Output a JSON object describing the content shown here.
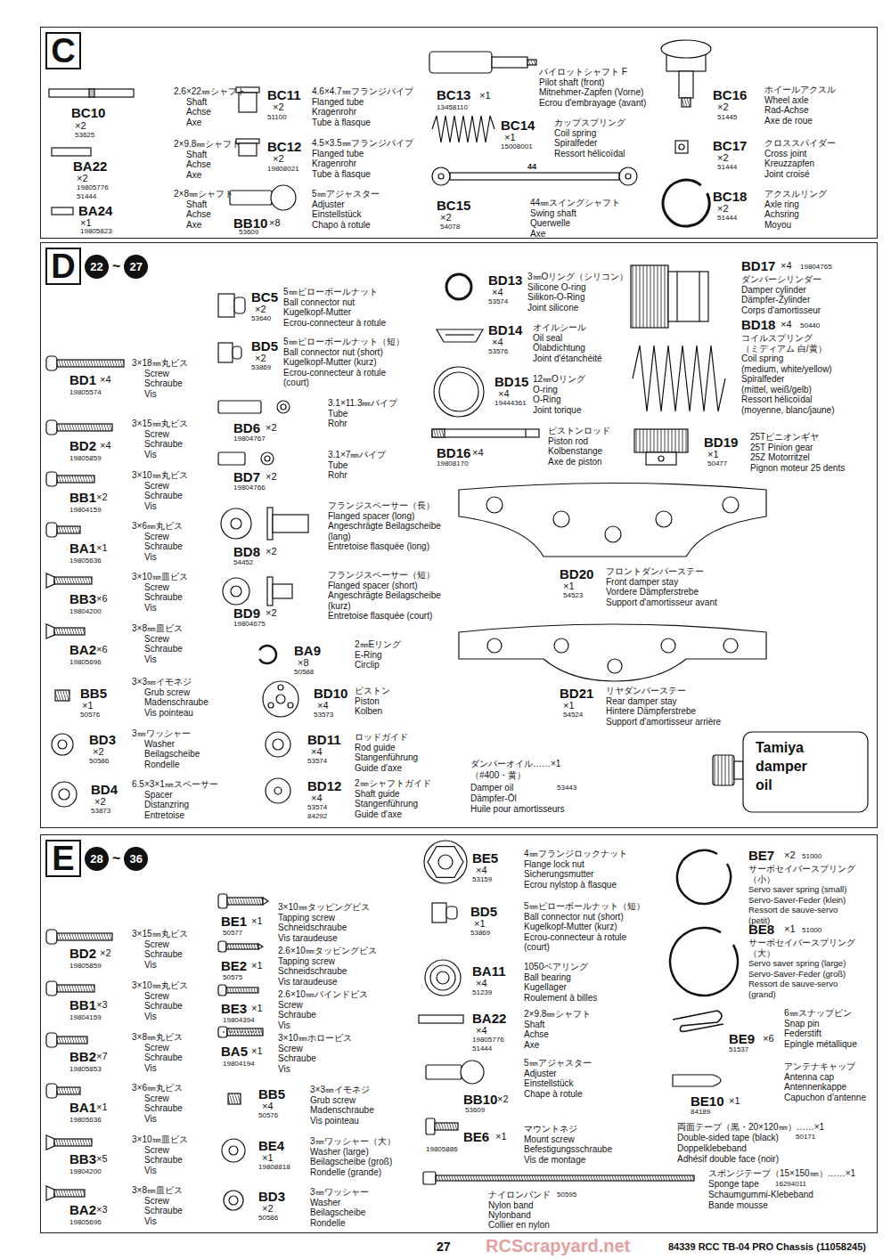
{
  "diagram": {
    "nodes": [
      {
        "text": [
          "C"
        ]
      },
      {
        "text": [
          "D",
          "22",
          "~",
          "27"
        ]
      },
      {
        "text": [
          "E",
          "28",
          "~",
          "36"
        ]
      }
    ],
    "labels": [
      "BC10",
      "×2",
      "53625",
      "2.6×22㎜シャフト",
      "Shaft",
      "Achse",
      "Axe",
      "BA22",
      "×2",
      "19805776",
      "51444",
      "2×9.8㎜シャフト",
      "Shaft",
      "Achse",
      "Axe",
      "BA24",
      "×1",
      "19805823",
      "2×8㎜シャフト",
      "Shaft",
      "Achse",
      "Axe",
      "BC11",
      "×2",
      "51100",
      "4.6×4.7㎜フランジパイプ",
      "Flanged tube",
      "Kragenrohr",
      "Tube à flasque",
      "BC12",
      "×2",
      "19808021",
      "4.5×3.5㎜フランジパイプ",
      "Flanged tube",
      "Kragenrohr",
      "Tube à flasque",
      "BB10",
      "×8",
      "53609",
      "5㎜アジャスター",
      "Adjuster",
      "Einstellstück",
      "Chapo à rotule",
      "BC13",
      "×1",
      "13458110",
      "パイロットシャフト F",
      "Pilot shaft (front)",
      "Mitnehmer-Zapfen (Vorne)",
      "Ecrou d'embrayage (avant)",
      "BC14",
      "×1",
      "15008001",
      "カップスプリング",
      "Coil spring",
      "Spiralfeder",
      "Ressort hélicoïdal",
      "44",
      "BC15",
      "×2",
      "54078",
      "44㎜スイングシャフト",
      "Swing shaft",
      "Querwelle",
      "Axe",
      "BC16",
      "×2",
      "51445",
      "ホイールアクスル",
      "Wheel axle",
      "Rad-Achse",
      "Axe de roue",
      "BC17",
      "×2",
      "51444",
      "クロススパイダー",
      "Cross joint",
      "Kreuzzapfen",
      "Joint croisé",
      "BC18",
      "×2",
      "51444",
      "アクスルリング",
      "Axle ring",
      "Achsring",
      "Moyou",
      "BD1",
      "×4",
      "19805574",
      "3×18㎜丸ビス",
      "Screw",
      "Schraube",
      "Vis",
      "BD2",
      "×4",
      "19805859",
      "3×15㎜丸ビス",
      "Screw",
      "Schraube",
      "Vis",
      "BB1",
      "×2",
      "19804159",
      "3×10㎜丸ビス",
      "Screw",
      "Schraube",
      "Vis",
      "BA1",
      "×1",
      "19805636",
      "3×6㎜丸ビス",
      "Screw",
      "Schraube",
      "Vis",
      "BB3",
      "×6",
      "19804200",
      "3×10㎜皿ビス",
      "Screw",
      "Schraube",
      "Vis",
      "BA2",
      "×6",
      "19805696",
      "3×8㎜皿ビス",
      "Screw",
      "Schraube",
      "Vis",
      "BB5",
      "×1",
      "50576",
      "3×3㎜イモネジ",
      "Grub screw",
      "Madenschraube",
      "Vis pointeau",
      "BD3",
      "×2",
      "50586",
      "3㎜ワッシャー",
      "Washer",
      "Beilagscheibe",
      "Rondelle",
      "BD4",
      "×2",
      "53873",
      "6.5×3×1㎜スペーサー",
      "Spacer",
      "Distanzring",
      "Entretoise",
      "BC5",
      "×2",
      "53640",
      "5㎜ピローボールナット",
      "Ball connector nut",
      "Kugelkopf-Mutter",
      "Ecrou-connecteur à rotule",
      "BD5",
      "×2",
      "53869",
      "5㎜ピローボールナット（短）",
      "Ball connector nut (short)",
      "Kugelkopf-Mutter (kurz)",
      "Ecrou-connecteur à rotule",
      "(court)",
      "BD6",
      "×2",
      "19804767",
      "3.1×11.3㎜パイプ",
      "Tube",
      "Rohr",
      "BD7",
      "×2",
      "19804766",
      "3.1×7㎜パイプ",
      "Tube",
      "Rohr",
      "BD8",
      "×2",
      "54452",
      "フランジスペーサー（長）",
      "Flanged spacer (long)",
      "Angeschrägte Beilagscheibe (lang)",
      "Entretoise flasquée (long)",
      "BD9",
      "×2",
      "19804675",
      "フランジスペーサー（短）",
      "Flanged spacer (short)",
      "Angeschrägte Beilagscheibe (kurz)",
      "Entretoise flasquée (court)",
      "BA9",
      "×8",
      "50588",
      "2㎜Eリング",
      "E-Ring",
      "Circlip",
      "BD10",
      "×4",
      "53573",
      "ピストン",
      "Piston",
      "Kolben",
      "BD11",
      "×4",
      "53574",
      "ロッドガイド",
      "Rod guide",
      "Stangenführung",
      "Guide d'axe",
      "BD12",
      "×4",
      "53574",
      "84292",
      "2㎜シャフトガイド",
      "Shaft guide",
      "Stangenführung",
      "Guide d'axe",
      "BD13",
      "×4",
      "53574",
      "3㎜Oリング（シリコン）",
      "Silicone O-ring",
      "Silikon-O-Ring",
      "Joint silicone",
      "BD14",
      "×4",
      "53576",
      "オイルシール",
      "Oil seal",
      "Ölabdichtung",
      "Joint d'étanchéité",
      "BD15",
      "×4",
      "19444361",
      "12㎜Oリング",
      "O-ring",
      "O-Ring",
      "Joint torique",
      "BD16",
      "×4",
      "19808170",
      "ピストンロッド",
      "Piston rod",
      "Kolbenstange",
      "Axe de piston",
      "BD17",
      "×4",
      "19804765",
      "ダンパーシリンダー",
      "Damper cylinder",
      "Dämpfer-Zylinder",
      "Corps d'amortisseur",
      "BD18",
      "×4",
      "50440",
      "コイルスプリング",
      "（ミディアム 白/黄）",
      "Coil spring",
      "(medium, white/yellow)",
      "Spiralfeder",
      "(mittel, weiß/gelb)",
      "Ressort hélicoïdal",
      "(moyenne, blanc/jaune)",
      "BD19",
      "×1",
      "50477",
      "25Tピニオンギヤ",
      "25T Pinion gear",
      "25Z Motorritzel",
      "Pignon moteur 25 dents",
      "BD20",
      "×1",
      "54523",
      "フロントダンパーステー",
      "Front damper stay",
      "Vordere Dämpferstrebe",
      "Support d'amortisseur avant",
      "BD21",
      "×1",
      "54524",
      "リヤダンパーステー",
      "Rear damper stay",
      "Hintere Dämpferstrebe",
      "Support d'amortisseur arrière",
      "ダンパーオイル……×1",
      "（#400・黄）",
      "53443",
      "Damper oil",
      "Dämpfer-Öl",
      "Huile pour amortisseurs",
      "Tamiya",
      "damper",
      "oil",
      "BD2",
      "×2",
      "19805859",
      "3×15㎜丸ビス",
      "Screw",
      "Schraube",
      "Vis",
      "BB1",
      "×3",
      "19804159",
      "3×10㎜丸ビス",
      "Screw",
      "Schraube",
      "Vis",
      "BB2",
      "×7",
      "19805853",
      "3×8㎜丸ビス",
      "Screw",
      "Schraube",
      "Vis",
      "BA1",
      "×1",
      "19805636",
      "3×6㎜丸ビス",
      "Screw",
      "Schraube",
      "Vis",
      "BB3",
      "×5",
      "19804200",
      "3×10㎜皿ビス",
      "Screw",
      "Schraube",
      "Vis",
      "BA2",
      "×3",
      "19805696",
      "3×8㎜皿ビス",
      "Screw",
      "Schraube",
      "Vis",
      "BE1",
      "×1",
      "50577",
      "3×10㎜タッピングビス",
      "Tapping screw",
      "Schneidschraube",
      "Vis taraudeuse",
      "BE2",
      "×1",
      "50575",
      "2.6×10㎜タッピングビス",
      "Tapping screw",
      "Schneidschraube",
      "Vis taraudeuse",
      "BE3",
      "×1",
      "19804394",
      "2.6×10㎜バインドビス",
      "Screw",
      "Schraube",
      "Vis",
      "BA5",
      "×1",
      "19804194",
      "3×10㎜ホロービス",
      "Screw",
      "Schraube",
      "Vis",
      "BB5",
      "×4",
      "50576",
      "3×3㎜イモネジ",
      "Grub screw",
      "Madenschraube",
      "Vis pointeau",
      "BE4",
      "×1",
      "19808818",
      "3㎜ワッシャー（大）",
      "Washer (large)",
      "Beilagscheibe (groß)",
      "Rondelle (grande)",
      "BD3",
      "×2",
      "50586",
      "3㎜ワッシャー",
      "Washer",
      "Beilagscheibe",
      "Rondelle",
      "BE5",
      "×4",
      "53159",
      "4㎜フランジロックナット",
      "Flange lock nut",
      "Sicherungsmutter",
      "Ecrou nylstop à flasque",
      "BD5",
      "×1",
      "53869",
      "5㎜ピローボールナット（短）",
      "Ball connector nut (short)",
      "Kugelkopf-Mutter (kurz)",
      "Ecrou-connecteur à rotule",
      "(court)",
      "BA11",
      "×4",
      "51239",
      "1050ベアリング",
      "Ball bearing",
      "Kugellager",
      "Roulement à billes",
      "BA22",
      "×4",
      "19805776",
      "51444",
      "2×9.8㎜シャフト",
      "Shaft",
      "Achse",
      "Axe",
      "BB10",
      "×2",
      "53609",
      "5㎜アジャスター",
      "Adjuster",
      "Einstellstück",
      "Chape à rotule",
      "BE6",
      "×1",
      "19805886",
      "マウントネジ",
      "Mount screw",
      "Befestigungsschraube",
      "Vis de montage",
      "ナイロンバンド",
      "50595",
      "Nylon band",
      "Nylonband",
      "Collier en nylon",
      "BE7",
      "×2",
      "51000",
      "サーボセイバースプリング（小）",
      "Servo saver spring (small)",
      "Servo-Saver-Feder (klein)",
      "Ressort de sauve-servo",
      "(petit)",
      "BE8",
      "×1",
      "51000",
      "サーボセイバースプリング（大）",
      "Servo saver spring (large)",
      "Servo-Saver-Feder (groß)",
      "Ressort de sauve-servo",
      "(grand)",
      "BE9",
      "×6",
      "51537",
      "6㎜スナップピン",
      "Snap pin",
      "Federstift",
      "Epingle métallique",
      "BE10",
      "×1",
      "84189",
      "アンテナキャップ",
      "Antenna cap",
      "Antennenkappe",
      "Capuchon d'antenne",
      "両面テープ（黒・20×120㎜）……×1",
      "Double-sided tape (black)",
      "50171",
      "Doppelklebeband",
      "Adhésif double face (noir)",
      "スポンジテープ（15×150㎜）……×1",
      "Sponge tape",
      "16294011",
      "Schaumgummi-Klebeband",
      "Bande mousse",
      "27",
      "84339 RCC TB-04 PRO Chassis (11058245)",
      "RCScrapyard.net"
    ]
  }
}
